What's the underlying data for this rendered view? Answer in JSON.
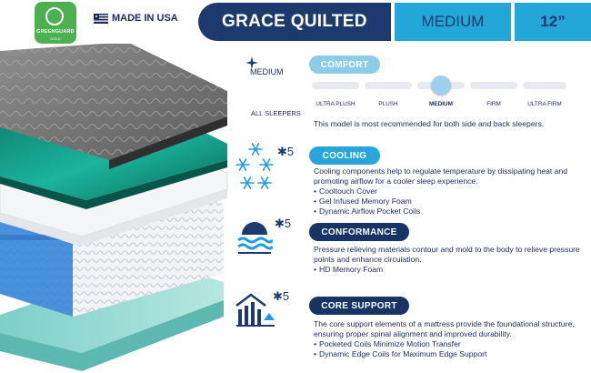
{
  "header": {
    "badge_title": "GREENGUARD",
    "badge_sub": "GOLD",
    "made_in": "MADE IN USA",
    "product_name": "GRACE QUILTED",
    "firmness": "MEDIUM",
    "height": "12”"
  },
  "side": {
    "firmness_label": "MEDIUM",
    "sleepers_label": "ALL SLEEPERS",
    "cooling_count": "5",
    "conformance_count": "5",
    "support_count": "5"
  },
  "comfort": {
    "title": "COMFORT",
    "scale": [
      "ULTRA PLUSH",
      "PLUSH",
      "MEDIUM",
      "FIRM",
      "ULTRA FIRM"
    ],
    "selected_index": 2,
    "description": "This model is most recommended for both side and back sleepers."
  },
  "cooling": {
    "title": "COOLING",
    "description": "Cooling components help to regulate temperature by dissipating heat and promoting airflow for a cooler sleep experience.",
    "bullets": [
      "Cooltouch Cover",
      "Gel Infused Memory Foam",
      "Dynamic Airflow Pocket Coils"
    ]
  },
  "conformance": {
    "title": "CONFORMANCE",
    "description": "Pressure relieving materials contour and mold to the body to relieve pressure points and enhance circulation.",
    "bullets": [
      "HD Memory Foam"
    ]
  },
  "support": {
    "title": "CORE SUPPORT",
    "description": "The core support elements of a mattress provide the foundational structure, ensuring proper spinal alignment and improved durability.",
    "bullets": [
      "Pocketed Coils Minimize Motion Transfer",
      "Dynamic Edge Coils for Maximum Edge Support"
    ]
  },
  "colors": {
    "navy": "#1c3a6e",
    "accent_blue": "#22a7d8",
    "light_blue": "#8ccbe9",
    "greenguard": "#4caf50"
  }
}
